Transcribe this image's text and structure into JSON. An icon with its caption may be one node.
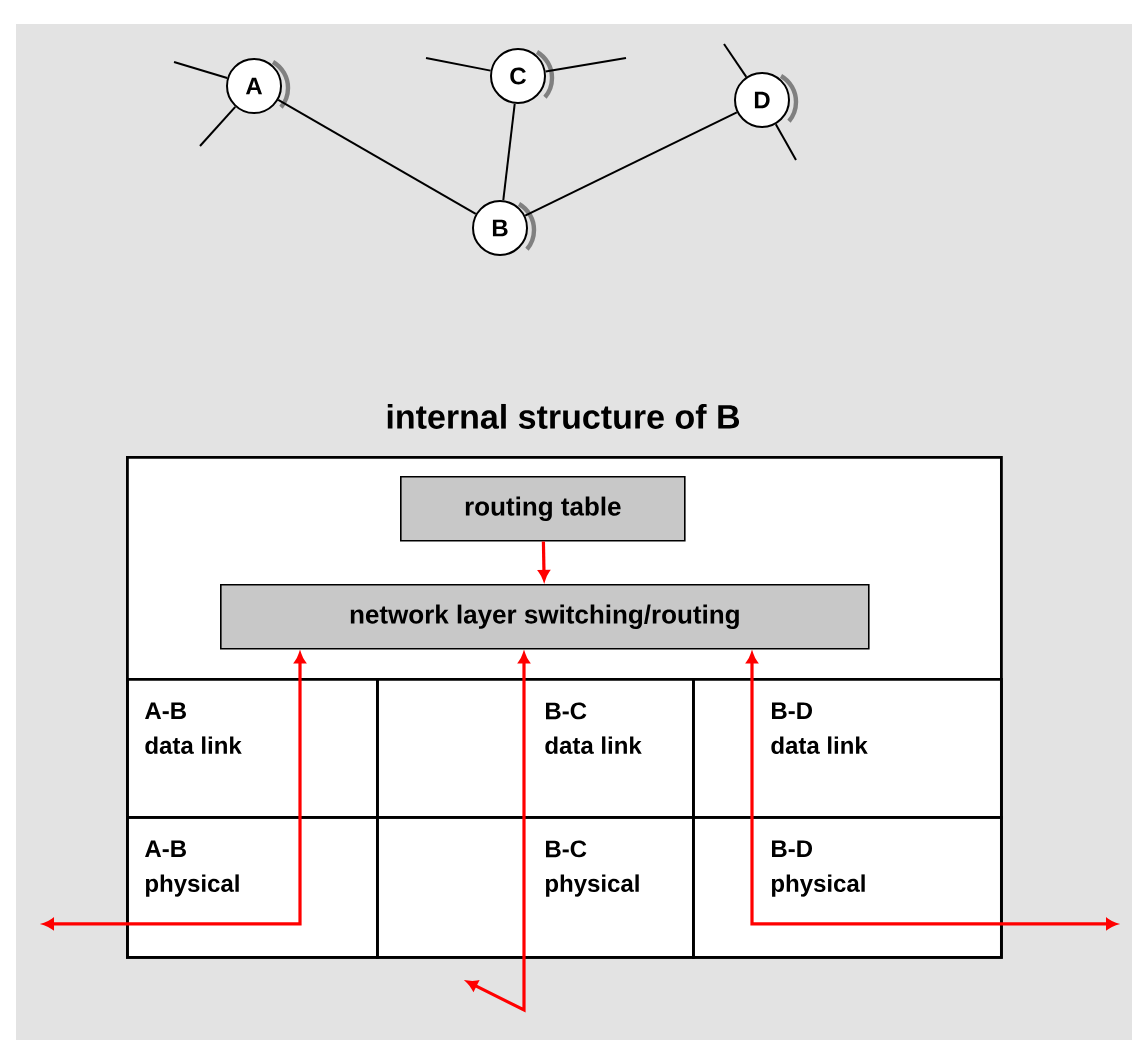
{
  "diagram": {
    "nodes": [
      {
        "text": [
          "A"
        ]
      },
      {
        "text": [
          "C"
        ]
      },
      {
        "text": [
          "D"
        ]
      },
      {
        "text": [
          "B"
        ]
      },
      {
        "text": [
          "internal structure of B"
        ]
      },
      {
        "text": [
          "routing table"
        ],
        "in": 4
      },
      {
        "text": [
          "network layer switching/routing"
        ],
        "in": 4
      },
      {
        "text": [
          "A-B",
          "data link"
        ],
        "in": 4
      },
      {
        "text": [
          "B-C",
          "data link"
        ],
        "in": 4
      },
      {
        "text": [
          "B-D",
          "data link"
        ],
        "in": 4
      },
      {
        "text": [
          "A-B",
          "physical"
        ],
        "in": 4
      },
      {
        "text": [
          "B-C",
          "physical"
        ],
        "in": 4
      },
      {
        "text": [
          "B-D",
          "physical"
        ],
        "in": 4
      }
    ],
    "edges": [
      {
        "from": 0,
        "to": 3,
        "arrow": "none"
      },
      {
        "from": 1,
        "to": 3,
        "arrow": "none"
      },
      {
        "from": 2,
        "to": 3,
        "arrow": "none"
      },
      {
        "from": 0,
        "to": null,
        "arrow": "none"
      },
      {
        "from": 0,
        "to": null,
        "arrow": "none"
      },
      {
        "from": 1,
        "to": null,
        "arrow": "none"
      },
      {
        "from": 1,
        "to": null,
        "arrow": "none"
      },
      {
        "from": 2,
        "to": null,
        "arrow": "none"
      },
      {
        "from": 2,
        "to": null,
        "arrow": "none"
      },
      {
        "from": 5,
        "to": 6,
        "arrow": "to",
        "color": "#ff0000"
      },
      {
        "from": null,
        "to": 6,
        "arrow": "both",
        "color": "#ff0000"
      },
      {
        "from": null,
        "to": 6,
        "arrow": "both",
        "color": "#ff0000"
      },
      {
        "from": 6,
        "to": null,
        "arrow": "both",
        "color": "#ff0000"
      }
    ]
  }
}
